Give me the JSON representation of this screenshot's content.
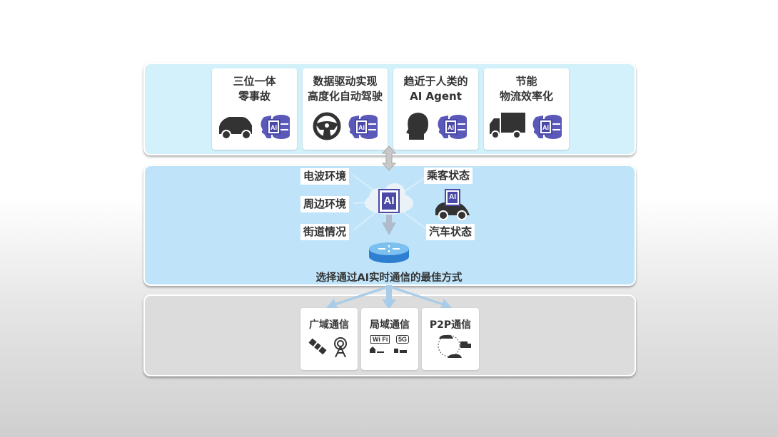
{
  "top_cards": [
    {
      "line1": "三位一体",
      "line2": "零事故",
      "icon": "car-icon"
    },
    {
      "line1": "数据驱动实现",
      "line2": "高度化自动驾驶",
      "icon": "steering-wheel-icon"
    },
    {
      "line1": "趋近于人类的",
      "line2": "AI Agent",
      "icon": "human-head-icon"
    },
    {
      "line1": "节能",
      "line2": "物流效率化",
      "icon": "truck-icon"
    }
  ],
  "ai_badge": "AI",
  "middle": {
    "left_labels": [
      "电波环境",
      "周边环境",
      "街道情况"
    ],
    "right_labels": [
      "乘客状态",
      "汽车状态"
    ],
    "caption": "选择通过AI实时通信的最佳方式"
  },
  "bottom_cards": [
    {
      "label": "广域通信",
      "icon": "satellite-antenna-icon"
    },
    {
      "label": "局域通信",
      "icon": "wifi-5g-icon",
      "wifi": "Wi Fi",
      "g5": "5G"
    },
    {
      "label": "P2P通信",
      "icon": "p2p-vehicles-icon"
    }
  ],
  "colors": {
    "top_panel": "#d3f1fa",
    "middle_panel": "#bfe4fa",
    "bottom_panel": "#dcdcdc",
    "ai_purple": "#4b49a8"
  }
}
